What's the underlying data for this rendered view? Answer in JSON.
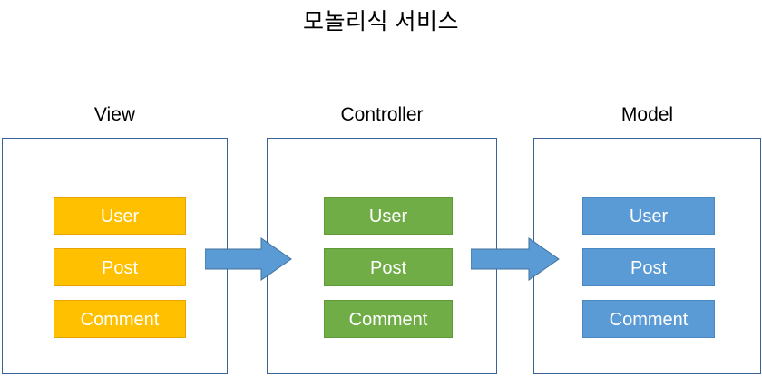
{
  "diagram": {
    "title": "모놀리식 서비스",
    "type": "layered-architecture",
    "colors": {
      "container_border": "#3A6293",
      "view_box_fill": "#FFC000",
      "controller_box_fill": "#70AD47",
      "model_box_fill": "#5B9BD5",
      "arrow_fill": "#5B9BD5",
      "arrow_stroke": "#41719C",
      "box_text": "#FFFFFF",
      "label_text": "#000000",
      "background": "#FFFFFF"
    },
    "columns": [
      {
        "id": "view",
        "header": "View",
        "items": [
          {
            "label": "User"
          },
          {
            "label": "Post"
          },
          {
            "label": "Comment"
          }
        ]
      },
      {
        "id": "controller",
        "header": "Controller",
        "items": [
          {
            "label": "User"
          },
          {
            "label": "Post"
          },
          {
            "label": "Comment"
          }
        ]
      },
      {
        "id": "model",
        "header": "Model",
        "items": [
          {
            "label": "User"
          },
          {
            "label": "Post"
          },
          {
            "label": "Comment"
          }
        ]
      }
    ],
    "arrows": [
      {
        "id": "view-to-controller",
        "from": "View",
        "to": "Controller",
        "direction": "right"
      },
      {
        "id": "controller-to-model",
        "from": "Controller",
        "to": "Model",
        "direction": "right"
      }
    ]
  }
}
